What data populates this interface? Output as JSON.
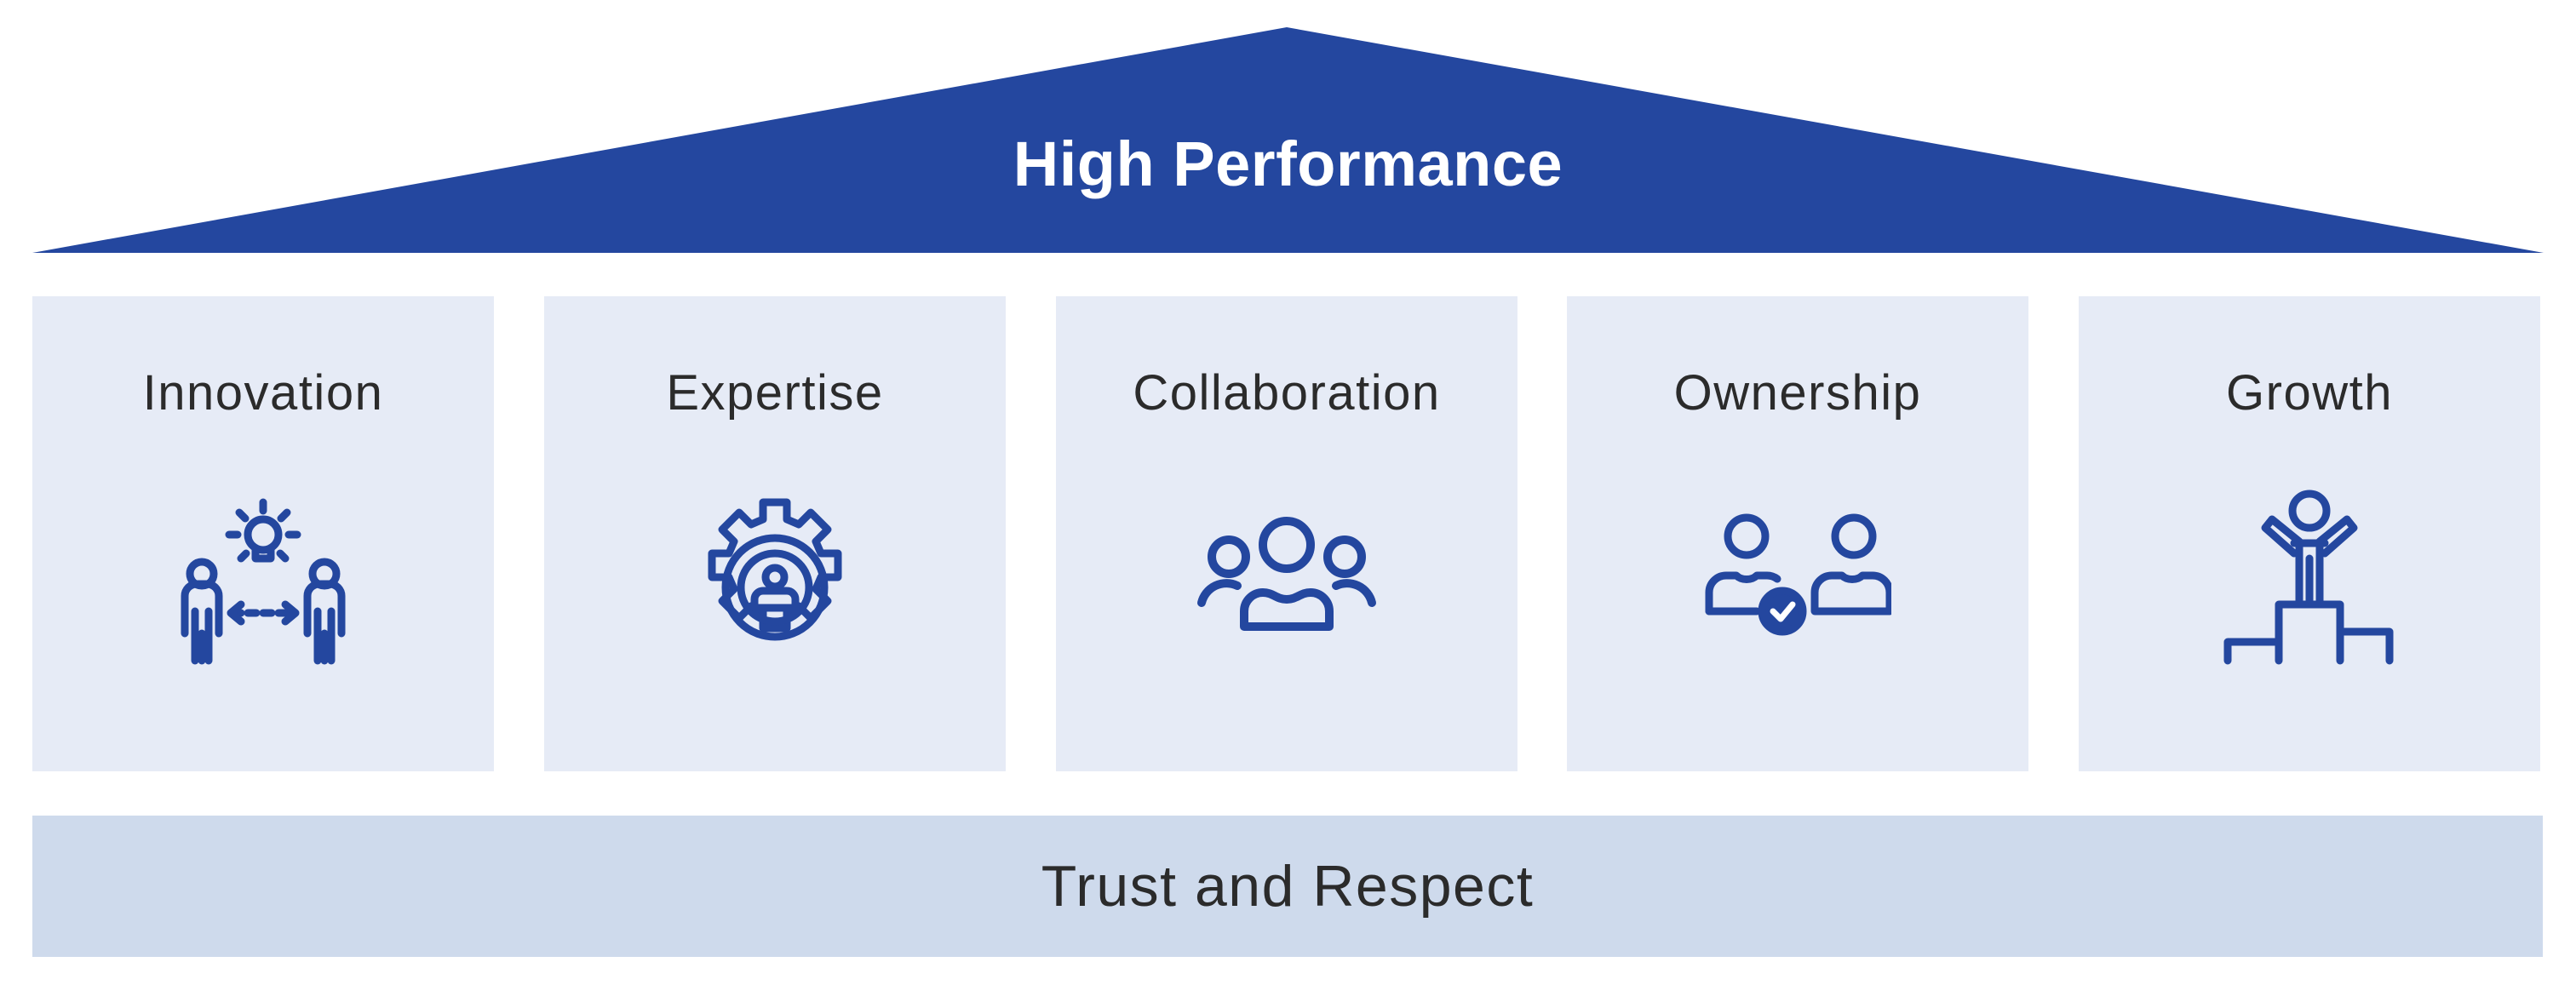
{
  "roof": {
    "title": "High Performance",
    "color": "#24479f"
  },
  "pillars": [
    {
      "label": "Innovation",
      "icon": "innovation-people-lightbulb-icon"
    },
    {
      "label": "Expertise",
      "icon": "gear-person-icon"
    },
    {
      "label": "Collaboration",
      "icon": "team-group-icon"
    },
    {
      "label": "Ownership",
      "icon": "users-checkmark-icon"
    },
    {
      "label": "Growth",
      "icon": "person-podium-icon"
    }
  ],
  "base": {
    "label": "Trust and Respect"
  },
  "colors": {
    "accent": "#24479f",
    "pillar_bg": "#e6ebf6",
    "base_bg": "#cedaec",
    "text": "#2b2b2b"
  }
}
